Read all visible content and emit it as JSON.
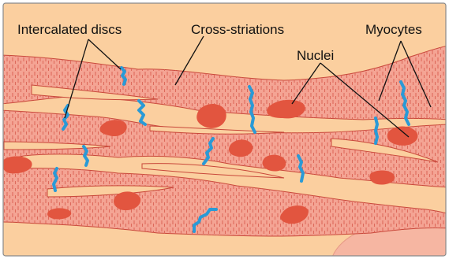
{
  "labels": {
    "intercalated_discs": "Intercalated discs",
    "cross_striations": "Cross-striations",
    "myocytes": "Myocytes",
    "nuclei": "Nuclei"
  },
  "colors": {
    "background": "#fbcf9f",
    "myocyte_fill": "#f4a494",
    "myocyte_border": "#c8473a",
    "striation": "#dd6a5c",
    "nucleus": "#e2553f",
    "intercalated_disc": "#2a9ad6",
    "frame": "#8a8a8a"
  }
}
